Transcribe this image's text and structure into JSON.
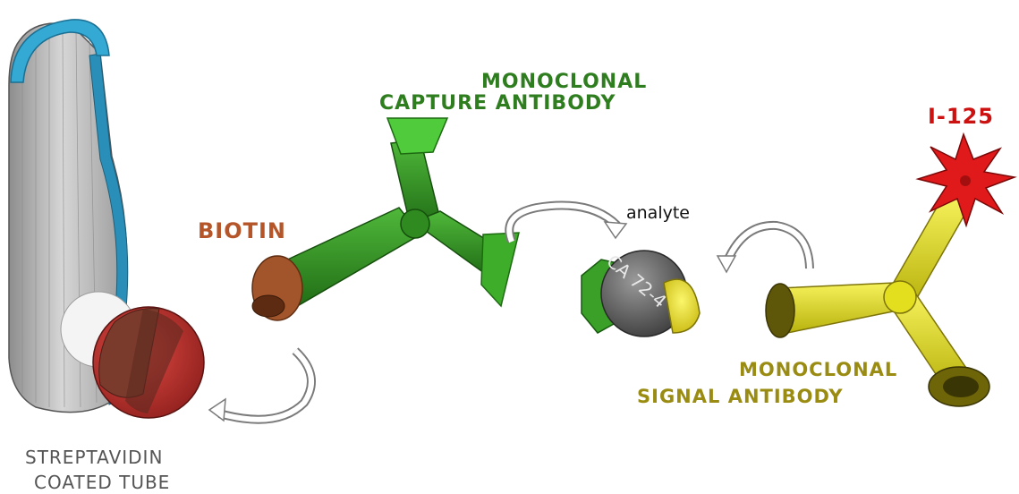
{
  "labels": {
    "monoclonal_capture_line1": "MONOCLONAL",
    "monoclonal_capture_line2": "CAPTURE ANTIBODY",
    "iodine": "I-125",
    "biotin": "BIOTIN",
    "analyte": "analyte",
    "monoclonal_signal_line1": "MONOCLONAL",
    "monoclonal_signal_line2": "SIGNAL ANTIBODY",
    "streptavidin_line1": "STREPTAVIDIN",
    "streptavidin_line2": "COATED TUBE",
    "antigen_text": "CA 72-4"
  },
  "colors": {
    "capture_label": "#2e7d1e",
    "biotin_label": "#b5562a",
    "iodine_label": "#cc1111",
    "signal_label": "#9a8c12",
    "tube_label": "#555555",
    "capture_antibody": "#2f8a1f",
    "signal_antibody": "#e3df1e",
    "tube_rim": "#33a9d4",
    "tube_body": "#b9b9b9",
    "streptavidin_ball": "#c4322f",
    "biotin_cap": "#a2552b",
    "iodine_star": "#e01a1a"
  }
}
